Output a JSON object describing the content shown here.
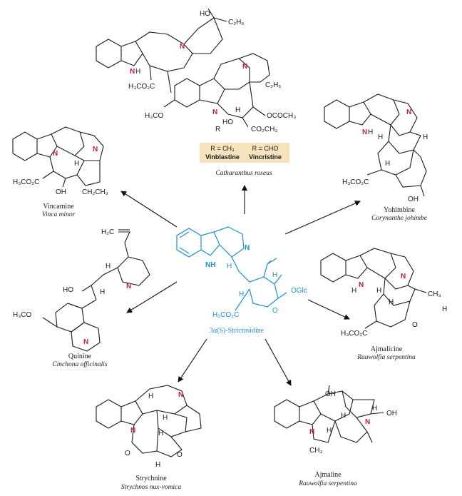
{
  "center": {
    "name": "3α(S)-Strictosidine",
    "atoms": {
      "nh1": "NH",
      "nh2": "N",
      "h_ring": "H",
      "h_left": "H",
      "h_right": "H",
      "o_glc": "OGlc",
      "o_ring": "O",
      "ester": "H₃CO₂C"
    }
  },
  "products": [
    {
      "id": "vinblastine",
      "r_label_1": "R = CH₃",
      "r_label_2": "R = CHO",
      "name_1": "Vinblastine",
      "name_2": "Vincristine",
      "source": "Catharanthus roseus",
      "atoms": {
        "ho": "HO",
        "et1": "C₂H₅",
        "n1": "N",
        "n2": "N",
        "h1": "H",
        "ester1": "H₃CO₂C",
        "n3": "N",
        "et2": "C₂H₅",
        "meo": "H₃CO",
        "n4": "N",
        "h2": "H",
        "r": "R",
        "oh": "HO",
        "oac": "OCOCH₃",
        "ester2": "CO₂CH₃"
      }
    },
    {
      "id": "vincamine",
      "name": "Vincamine",
      "source": "Vinca minor",
      "atoms": {
        "n1": "N",
        "n2": "N",
        "h": "H",
        "ester": "H₃CO₂C",
        "oh": "OH",
        "et": "CH₂CH₃"
      }
    },
    {
      "id": "yohimbine",
      "name": "Yohimbine",
      "source": "Corynanthe johimbe",
      "atoms": {
        "n1": "N",
        "h_n": "H",
        "n2": "N",
        "h1": "H",
        "h2": "H",
        "h3": "H",
        "ester": "H₃CO₂C",
        "oh": "OH"
      }
    },
    {
      "id": "quinine",
      "name": "Quinine",
      "source": "Cinchona officinalis",
      "atoms": {
        "vinyl": "H₂C",
        "n1": "N",
        "ho": "HO",
        "h1": "H",
        "h2": "H",
        "meo": "H₃CO",
        "n2": "N"
      }
    },
    {
      "id": "ajmalicine",
      "name": "Ajmalicine",
      "source": "Rauwolfia serpentina",
      "atoms": {
        "n1": "N",
        "h_n": "H",
        "n2": "N",
        "h1": "H",
        "h2": "H",
        "ch3": "CH₃",
        "h3": "H",
        "o": "O",
        "ester": "H₃CO₂C"
      }
    },
    {
      "id": "strychnine",
      "name": "Strychnine",
      "source": "Strychnos nux-vomica",
      "atoms": {
        "n1": "N",
        "h1": "H",
        "n2": "N",
        "h2": "H",
        "h3": "H",
        "o1": "O",
        "h4": "H",
        "o2": "O"
      }
    },
    {
      "id": "ajmaline",
      "name": "Ajmaline",
      "source": "Rauwolfia serpentina",
      "atoms": {
        "oh1": "OH",
        "h1": "H",
        "n1": "N",
        "h2": "H",
        "n2": "N",
        "ch3": "CH₃",
        "h3": "H",
        "oh2": "OH"
      }
    }
  ],
  "colors": {
    "highlight": "#1e8fd6",
    "nitrogen": "#c8175d",
    "label_box": "#f6e2bc"
  }
}
